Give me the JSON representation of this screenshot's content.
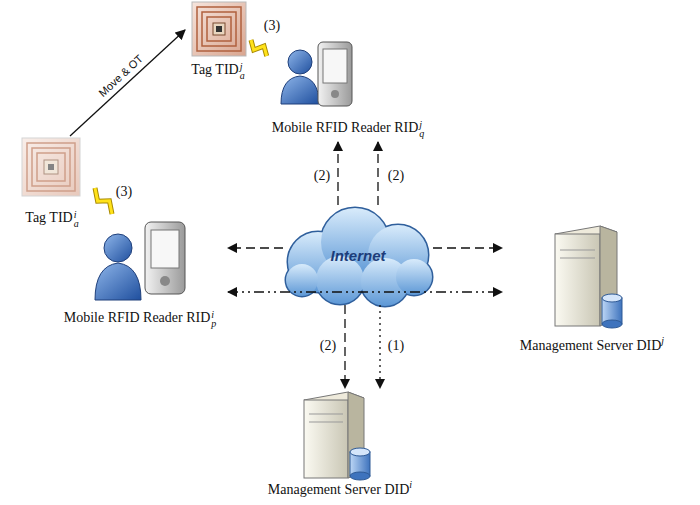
{
  "diagram": {
    "nodes": [
      {
        "text": [
          "Tag TID",
          "a",
          "j"
        ]
      },
      {
        "text": [
          "Mobile RFID Reader RID",
          "q",
          "j"
        ]
      },
      {
        "text": [
          "Tag TID",
          "a",
          "i"
        ]
      },
      {
        "text": [
          "Mobile RFID Reader RID",
          "p",
          "i"
        ]
      },
      {
        "text": [
          "Internet"
        ]
      },
      {
        "text": [
          "Management Server DID",
          "j"
        ]
      },
      {
        "text": [
          "Management Server DID",
          "i"
        ]
      }
    ],
    "edges": [
      {
        "from": 2,
        "to": 0,
        "label": "Move & OT",
        "arrow": "to"
      },
      {
        "from": 2,
        "to": 3,
        "label": "(3)",
        "arrow": "none"
      },
      {
        "from": 0,
        "to": 1,
        "label": "(3)",
        "arrow": "none"
      },
      {
        "from": 4,
        "to": 1,
        "label": "(2)",
        "arrow": "to"
      },
      {
        "from": 4,
        "to": 1,
        "label": "(2)",
        "arrow": "to"
      },
      {
        "from": 4,
        "to": 3,
        "arrow": "to"
      },
      {
        "from": 4,
        "to": 5,
        "arrow": "to"
      },
      {
        "from": 3,
        "to": 5,
        "arrow": "both"
      },
      {
        "from": 4,
        "to": 6,
        "label": "(2)",
        "arrow": "to"
      },
      {
        "from": 4,
        "to": 6,
        "label": "(1)",
        "arrow": "to"
      }
    ]
  }
}
